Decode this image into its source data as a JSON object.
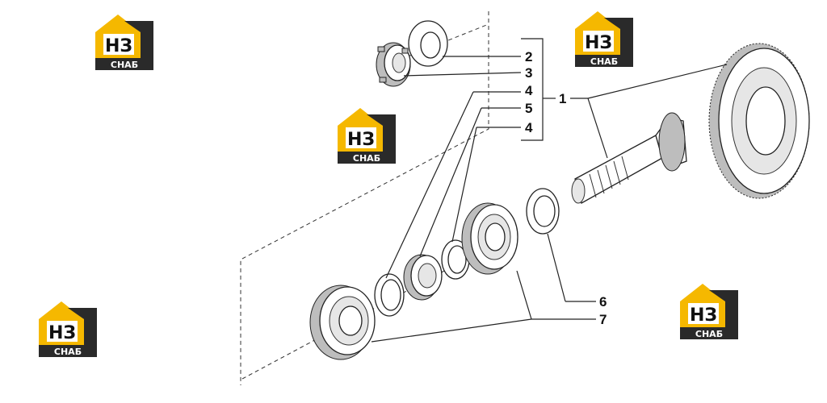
{
  "logo": {
    "mark": "НЗ",
    "text": "CHAБ"
  },
  "callouts": [
    {
      "id": "c2",
      "label": "2"
    },
    {
      "id": "c3",
      "label": "3"
    },
    {
      "id": "c4a",
      "label": "4"
    },
    {
      "id": "c5",
      "label": "5"
    },
    {
      "id": "c4b",
      "label": "4"
    },
    {
      "id": "c1",
      "label": "1"
    },
    {
      "id": "c6",
      "label": "6"
    },
    {
      "id": "c7",
      "label": "7"
    }
  ],
  "colors": {
    "logo_yellow": "#f5b800",
    "logo_dark": "#2a2a2a",
    "line": "#222222"
  }
}
